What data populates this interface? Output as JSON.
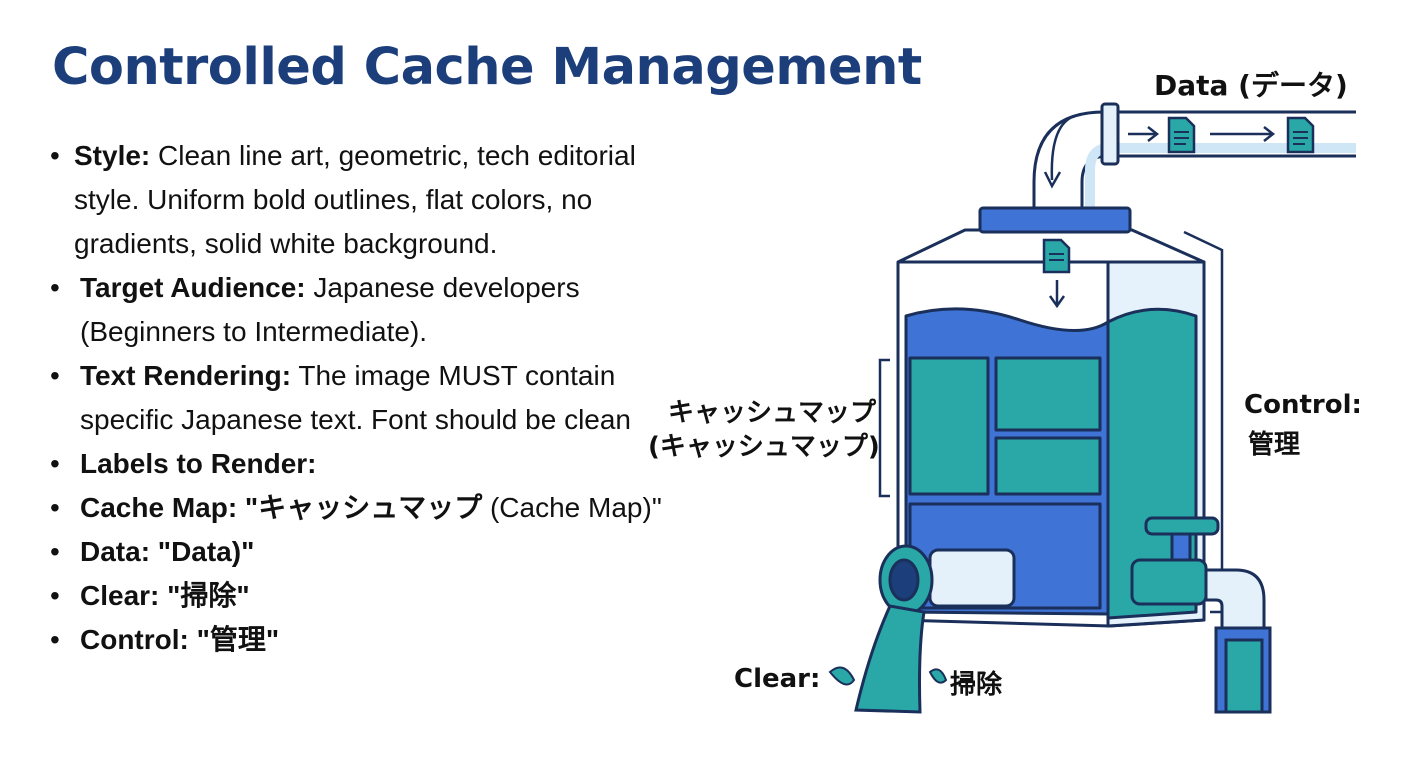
{
  "title": "Controlled Cache Management",
  "bullets": [
    {
      "label": "Style:",
      "text": "Clean line art, geometric, tech editorial style. Uniform bold outlines, flat colors, no gradients, solid white background."
    },
    {
      "label": "Target Audience:",
      "text": "Japanese developers (Beginners to Intermediate)."
    },
    {
      "label": "Text Rendering:",
      "text": "The image MUST contain specific Japanese text. Font should be clean"
    },
    {
      "label": "Labels to Render:",
      "text": ""
    },
    {
      "label": "Cache Map: \"キャッシュマップ",
      "text": "(Cache Map)\""
    },
    {
      "label": "Data: \"Data)\"",
      "text": ""
    },
    {
      "label": "Clear: \"掃除\"",
      "text": ""
    },
    {
      "label": "Control: \"管理\"",
      "text": ""
    }
  ],
  "diagram": {
    "data_label": "Data (データ)",
    "cache_map_label_line1": "キャッシュマップ",
    "cache_map_label_line2": "(キャッシュマップ)",
    "control_label_line1": "Control:",
    "control_label_line2": "管理",
    "clear_label": "Clear:",
    "clear_label_jp": "掃除"
  },
  "colors": {
    "title": "#1c3f7c",
    "outline": "#1a2f5a",
    "blue": "#3f73d6",
    "teal": "#2aa8a8",
    "light_blue": "#cfe6f7"
  }
}
